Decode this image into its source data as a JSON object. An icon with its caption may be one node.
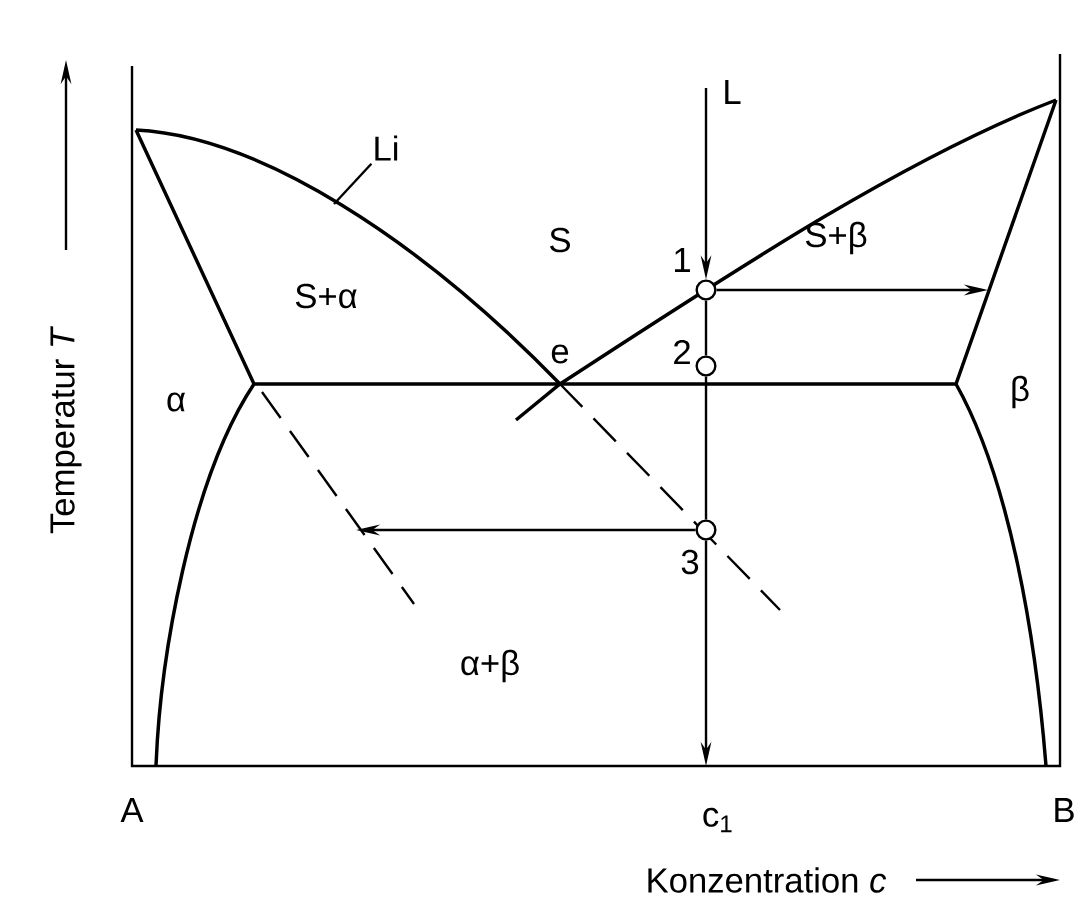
{
  "diagram": {
    "nodes": [
      {
        "text": [],
        "shape": "circle",
        "beside": [
          "1"
        ]
      },
      {
        "text": [],
        "shape": "circle",
        "beside": [
          "2"
        ]
      },
      {
        "text": [],
        "shape": "circle",
        "beside": [
          "3"
        ]
      },
      {
        "text": [
          "Li"
        ]
      }
    ],
    "edges": [
      {
        "from": null,
        "to": 0,
        "arrow": "to",
        "label": "L"
      },
      {
        "from": 0,
        "to": 1,
        "arrow": "none"
      },
      {
        "from": 1,
        "to": 2,
        "arrow": "none"
      },
      {
        "from": 2,
        "to": null,
        "arrow": "to"
      },
      {
        "from": 0,
        "to": null,
        "arrow": "to"
      },
      {
        "from": 2,
        "to": null,
        "arrow": "to"
      },
      {
        "from": 3,
        "to": null,
        "arrow": "none"
      }
    ],
    "labels": [
      "S",
      "S+α",
      "S+β",
      "e",
      "α",
      "β",
      "α+β",
      "A",
      "c$_{1}$",
      "B",
      "Temperatur *T*",
      "Konzentration *c*"
    ]
  }
}
